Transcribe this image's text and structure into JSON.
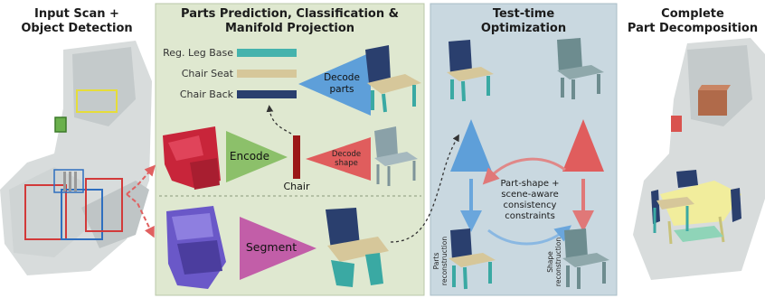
{
  "columns": {
    "input": {
      "title_line1": "Input Scan +",
      "title_line2": "Object Detection"
    },
    "parts": {
      "title_line1": "Parts Prediction, Classification &",
      "title_line2": "Manifold Projection"
    },
    "tto": {
      "title_line1": "Test-time",
      "title_line2": "Optimization"
    },
    "complete": {
      "title_line1": "Complete",
      "title_line2": "Part Decomposition"
    }
  },
  "legend": [
    {
      "label": "Reg. Leg Base",
      "color": "#45b3ad"
    },
    {
      "label": "Chair Seat",
      "color": "#d6c79a"
    },
    {
      "label": "Chair Back",
      "color": "#2a3f6e"
    }
  ],
  "labels": {
    "decode_parts_line1": "Decode",
    "decode_parts_line2": "parts",
    "encode": "Encode",
    "chair": "Chair",
    "decode_shape_line1": "Decode",
    "decode_shape_line2": "shape",
    "segment": "Segment",
    "constraints_line1": "Part-shape +",
    "constraints_line2": "scene-aware",
    "constraints_line3": "consistency",
    "constraints_line4": "constraints",
    "parts_recon_line1": "Parts",
    "parts_recon_line2": "reconstruction",
    "shape_recon_line1": "Shape",
    "shape_recon_line2": "reconstruction"
  },
  "colors": {
    "green_panel": "#dfe8d0",
    "blue_panel": "#c9d8e0",
    "decode_blue": "#5e9fd9",
    "encode_green": "#8cc06a",
    "shape_red": "#e05d5d",
    "segment_magenta": "#c25ea8",
    "chair_code": "#9b1717"
  }
}
